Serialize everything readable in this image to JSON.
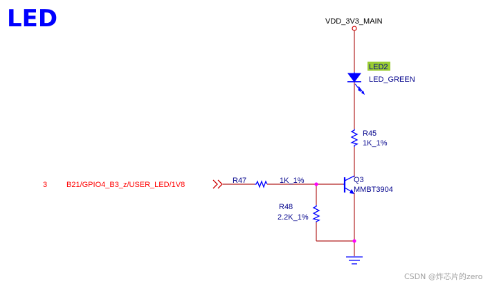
{
  "title": "LED",
  "power_net": "VDD_3V3_MAIN",
  "led": {
    "ref": "LED2",
    "value": "LED_GREEN",
    "ref_highlight": "#9acd32"
  },
  "r45": {
    "ref": "R45",
    "value": "1K_1%"
  },
  "r47": {
    "ref": "R47",
    "value": "1K_1%"
  },
  "r48": {
    "ref": "R48",
    "value": "2.2K_1%"
  },
  "q3": {
    "ref": "Q3",
    "value": "MMBT3904"
  },
  "net": {
    "pin": "3",
    "name": "B21/GPIO4_B3_z/USER_LED/1V8"
  },
  "watermark": "CSDN @炸芯片的zero",
  "colors": {
    "wire": "#b22222",
    "component": "#0000ff",
    "junction": "#ff00ff",
    "net_label": "#ff0000",
    "text": "#00008b"
  }
}
